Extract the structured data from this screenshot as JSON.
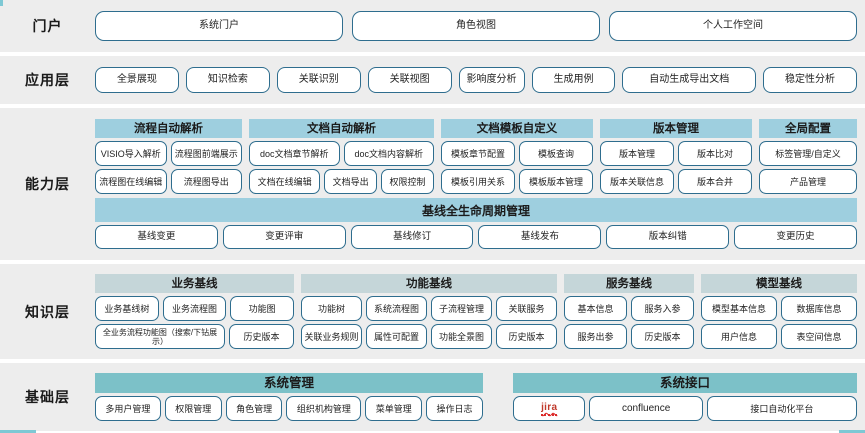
{
  "layers": [
    {
      "id": "portal",
      "label": "门户",
      "items": [
        "系统门户",
        "角色视图",
        "个人工作空间"
      ]
    },
    {
      "id": "application",
      "label": "应用层",
      "items": [
        "全景展现",
        "知识检索",
        "关联识别",
        "关联视图",
        "影响度分析",
        "生成用例",
        "自动生成导出文档",
        "稳定性分析"
      ]
    },
    {
      "id": "capability",
      "label": "能力层",
      "groups": [
        {
          "title": "流程自动解析",
          "rows": [
            [
              "VISIO导入解析",
              "流程图前端展示"
            ],
            [
              "流程图在线编辑",
              "流程图导出"
            ]
          ]
        },
        {
          "title": "文档自动解析",
          "rows": [
            [
              "doc文档章节解析",
              "doc文档内容解析"
            ],
            [
              "文档在线编辑",
              "文档导出",
              "权限控制"
            ]
          ]
        },
        {
          "title": "文档模板自定义",
          "rows": [
            [
              "模板章节配置",
              "模板查询"
            ],
            [
              "模板引用关系",
              "模板版本管理"
            ]
          ]
        },
        {
          "title": "版本管理",
          "rows": [
            [
              "版本管理",
              "版本比对"
            ],
            [
              "版本关联信息",
              "版本合并"
            ]
          ]
        },
        {
          "title": "全局配置",
          "rows": [
            [
              "标签管理/自定义"
            ],
            [
              "产品管理"
            ]
          ]
        }
      ],
      "banner": {
        "title": "基线全生命周期管理",
        "items": [
          "基线变更",
          "变更评审",
          "基线修订",
          "基线发布",
          "版本纠错",
          "变更历史"
        ]
      }
    },
    {
      "id": "knowledge",
      "label": "知识层",
      "groups": [
        {
          "title": "业务基线",
          "rows": [
            [
              "业务基线树",
              "业务流程图",
              "功能图"
            ],
            [
              "全业务流程功能图（搜索/下钻展示）",
              "历史版本"
            ]
          ]
        },
        {
          "title": "功能基线",
          "rows": [
            [
              "功能树",
              "系统流程图",
              "子流程管理",
              "关联服务"
            ],
            [
              "关联业务规则",
              "属性可配置",
              "功能全景图",
              "历史版本"
            ]
          ]
        },
        {
          "title": "服务基线",
          "rows": [
            [
              "基本信息",
              "服务入参"
            ],
            [
              "服务出参",
              "历史版本"
            ]
          ]
        },
        {
          "title": "模型基线",
          "rows": [
            [
              "模型基本信息",
              "数据库信息"
            ],
            [
              "用户信息",
              "表空间信息"
            ]
          ]
        }
      ]
    },
    {
      "id": "foundation",
      "label": "基础层",
      "blocks": [
        {
          "title": "系统管理",
          "items": [
            "多用户管理",
            "权限管理",
            "角色管理",
            "组织机构管理",
            "菜单管理",
            "操作日志"
          ]
        },
        {
          "title": "系统接口",
          "items": [
            "jira",
            "confluence",
            "接口自动化平台"
          ]
        }
      ]
    }
  ],
  "colors": {
    "band_background": "#ededed",
    "header_blue": "#9ecfdf",
    "header_gray": "#c5d6d9",
    "header_teal": "#7cc1c8",
    "pill_border": "#2e6d8e",
    "text": "#222222"
  }
}
